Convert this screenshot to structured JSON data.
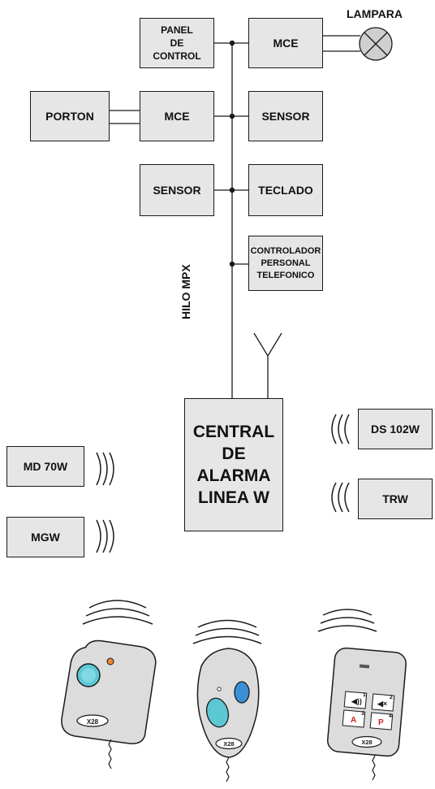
{
  "colors": {
    "box_fill": "#e6e6e6",
    "line": "#1a1a1a",
    "lamp_fill": "#cfcfcf",
    "remote_body": "#dcdcdc",
    "button_cyan": "#5cc8d4",
    "button_blue": "#3a8fd6",
    "button_red": "#d22020",
    "led_orange": "#e8892a"
  },
  "labels": {
    "lampara": "LAMPARA",
    "hilo": "HILO MPX"
  },
  "boxes": {
    "panel": "PANEL\nDE\nCONTROL",
    "mce_top": "MCE",
    "porton": "PORTON",
    "mce_mid": "MCE",
    "sensor_right": "SENSOR",
    "sensor_left": "SENSOR",
    "teclado": "TECLADO",
    "controlador": "CONTROLADOR\nPERSONAL\nTELEFONICO",
    "central": "CENTRAL\nDE ALARMA\nLINEA W",
    "md70w": "MD 70W",
    "mgw": "MGW",
    "ds102w": "DS 102W",
    "trw": "TRW"
  },
  "icons": [
    "lamp-icon",
    "antenna-icon",
    "wireless-waves-icon",
    "remote-control-icon",
    "keychain-icon"
  ],
  "remotes": {
    "keypad_buttons": [
      {
        "num": "1",
        "glyph": "◀))"
      },
      {
        "num": "2",
        "glyph": "◀×"
      },
      {
        "num": "3",
        "glyph": "A"
      },
      {
        "num": "4",
        "glyph": "P"
      }
    ]
  }
}
